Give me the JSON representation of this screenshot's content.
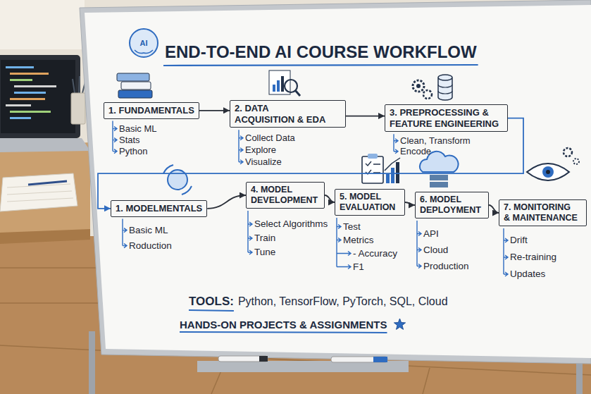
{
  "diagram": {
    "title": "END-TO-END AI COURSE WORKFLOW",
    "nodes": [
      {
        "text": [
          "1. FUNDAMENTALS",
          "Basic ML",
          "Stats",
          "Python"
        ]
      },
      {
        "text": [
          "2. DATA ACQUISITION & EDA",
          "Collect Data",
          "Explore",
          "Visualize"
        ]
      },
      {
        "text": [
          "3. PREPROCESSING & FEATURE ENGINEERING",
          "Clean, Transform",
          "Encode"
        ]
      },
      {
        "text": [
          "1. MODELMENTALS",
          "Basic ML",
          "Roduction"
        ]
      },
      {
        "text": [
          "4. MODEL DEVELOPMENT",
          "Select Algorithms",
          "Train",
          "Tune"
        ]
      },
      {
        "text": [
          "5. MODEL EVALUATION",
          "Test",
          "Metrics",
          "- Accuracy",
          "F1"
        ]
      },
      {
        "text": [
          "6. MODEL DEPLOYMENT",
          "API",
          "Cloud",
          "Production"
        ]
      },
      {
        "text": [
          "7. MONITORING & MAINTENANCE",
          "Drift",
          "Re-training",
          "Updates"
        ]
      }
    ],
    "edges": [
      {
        "from": 0,
        "to": 1,
        "arrow": "to"
      },
      {
        "from": 1,
        "to": 2,
        "arrow": "to"
      },
      {
        "from": 2,
        "to": 3,
        "arrow": "to"
      },
      {
        "from": 3,
        "to": 4,
        "arrow": "to"
      },
      {
        "from": 4,
        "to": 5,
        "arrow": "to"
      },
      {
        "from": 5,
        "to": 6,
        "arrow": "to"
      },
      {
        "from": 6,
        "to": 7,
        "arrow": "to"
      }
    ],
    "labels": [
      "AI",
      "TOOLS:",
      "Python, TensorFlow, PyTorch, SQL, Cloud",
      "HANDS-ON PROJECTS & ASSIGNMENTS"
    ]
  }
}
